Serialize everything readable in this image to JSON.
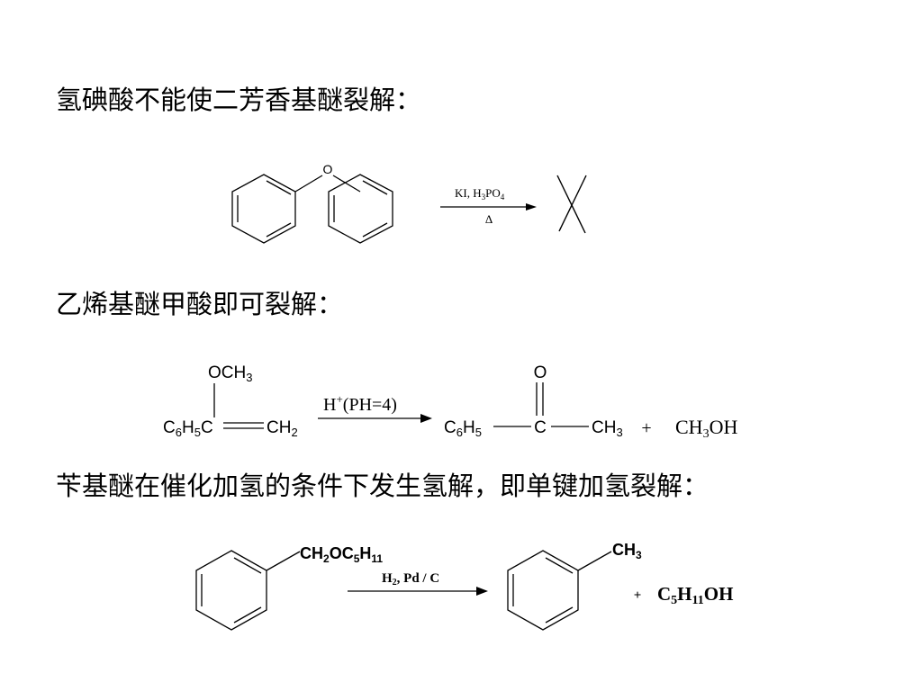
{
  "headings": {
    "h1": "氢碘酸不能使二芳香基醚裂解：",
    "h2": "乙烯基醚甲酸即可裂解：",
    "h3": "苄基醚在催化加氢的条件下发生氢解，即单键加氢裂解："
  },
  "reaction1": {
    "oxygen": "O",
    "reagent_a": "KI, H",
    "reagent_sub1": "3",
    "reagent_b": "PO",
    "reagent_sub2": "4",
    "condition": "Δ"
  },
  "reaction2": {
    "sub_och3_a": "OCH",
    "sub_och3_b": "3",
    "sub_c6": "C",
    "sub_c6_n1": "6",
    "sub_h": "H",
    "sub_h_n": "5",
    "sub_c": "C",
    "sub_ch2_a": "CH",
    "sub_ch2_b": "2",
    "reagent_a": "H",
    "reagent_sup": "+",
    "reagent_b": "(PH=4)",
    "prod_c6": "C",
    "prod_c6_n1": "6",
    "prod_h": "H",
    "prod_h_n": "5",
    "prod_c": "C",
    "prod_o": "O",
    "prod_ch3_a": "CH",
    "prod_ch3_b": "3",
    "plus": "+",
    "byproduct_a": "CH",
    "byproduct_sub": "3",
    "byproduct_b": "OH"
  },
  "reaction3": {
    "sub_a": "CH",
    "sub_n1": "2",
    "sub_b": "OC",
    "sub_n2": "5",
    "sub_c": "H",
    "sub_n3": "11",
    "reagent_a": "H",
    "reagent_sub": "2",
    "reagent_b": ", Pd / C",
    "prod_a": "CH",
    "prod_sub": "3",
    "plus": "+",
    "byproduct_a": "C",
    "byproduct_n1": "5",
    "byproduct_b": "H",
    "byproduct_n2": "11",
    "byproduct_c": "OH"
  }
}
